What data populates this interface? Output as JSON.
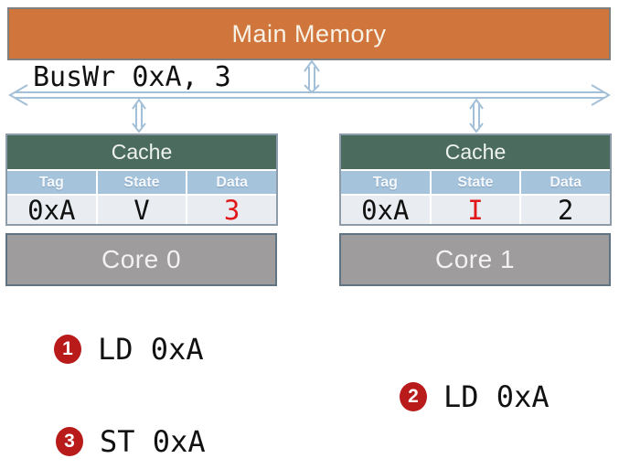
{
  "memory": {
    "label": "Main Memory"
  },
  "bus": {
    "message": "BusWr 0xA, 3"
  },
  "caches": [
    {
      "title": "Cache",
      "columns": [
        "Tag",
        "State",
        "Data"
      ],
      "row": [
        "0xA",
        "V",
        "3"
      ],
      "highlighted_cell": "Data"
    },
    {
      "title": "Cache",
      "columns": [
        "Tag",
        "State",
        "Data"
      ],
      "row": [
        "0xA",
        "I",
        "2"
      ],
      "highlighted_cell": "State"
    }
  ],
  "cores": [
    {
      "label": "Core 0"
    },
    {
      "label": "Core 1"
    }
  ],
  "steps": [
    {
      "number": "1",
      "label": "LD 0xA"
    },
    {
      "number": "2",
      "label": "LD 0xA"
    },
    {
      "number": "3",
      "label": "ST 0xA"
    }
  ],
  "colors": {
    "memory_fill": "#d0763c",
    "memory_border": "#7f7f7f",
    "cache_header_fill": "#4c6b5f",
    "column_header_fill": "#a6c3dc",
    "data_row_fill": "#e9edf2",
    "core_fill": "#9e9c9c",
    "core_border": "#5f7383",
    "bus_arrow": "#a3c0d8",
    "alert_red": "#e0181a",
    "step_badge_red": "#b91b1b"
  }
}
